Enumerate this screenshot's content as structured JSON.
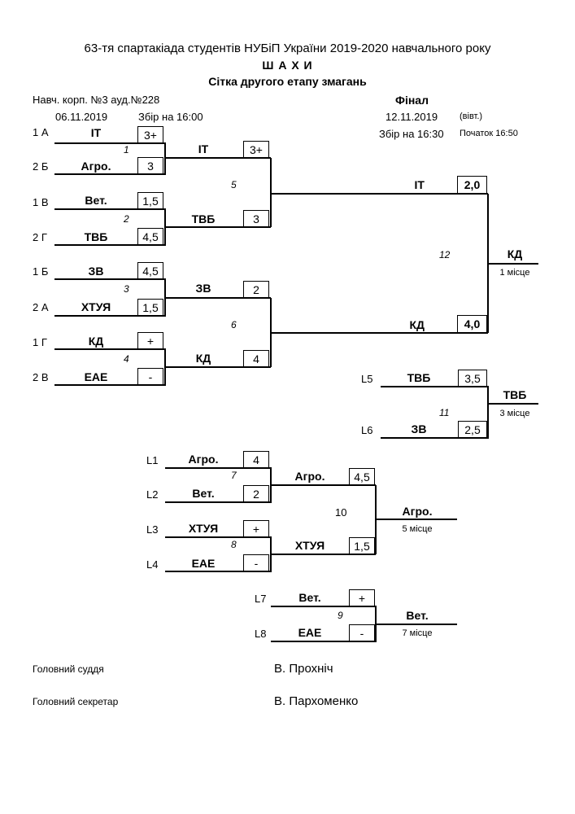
{
  "header": {
    "title": "63-тя спартакіада студентів НУБіП України 2019-2020 навчального року",
    "sport": "Ш А Х И",
    "subtitle": "Сітка другого етапу змагань",
    "venue": "Навч. корп. №3 ауд.№228",
    "date1": "06.11.2019",
    "gather1": "Збір на 16:00",
    "final_label": "Фінал",
    "date2": "12.11.2019",
    "weekday2": "(вівт.)",
    "gather2": "Збір на 16:30",
    "start2": "Початок 16:50"
  },
  "round1": {
    "seeds": [
      "1 А",
      "2 Б",
      "1 В",
      "2 Г",
      "1 Б",
      "2 А",
      "1 Г",
      "2 В"
    ],
    "teams": [
      "ІТ",
      "Агро.",
      "Вет.",
      "ТВБ",
      "ЗВ",
      "ХТУЯ",
      "КД",
      "ЕАЕ"
    ],
    "scores": [
      "3+",
      "3",
      "1,5",
      "4,5",
      "4,5",
      "1,5",
      "+",
      "-"
    ],
    "match_nums": [
      "1",
      "2",
      "3",
      "4"
    ]
  },
  "round2": {
    "teams": [
      "ІТ",
      "ТВБ",
      "ЗВ",
      "КД"
    ],
    "scores": [
      "3+",
      "3",
      "2",
      "4"
    ],
    "match_nums": [
      "5",
      "6"
    ]
  },
  "final": {
    "teams": [
      "ІТ",
      "КД"
    ],
    "scores": [
      "2,0",
      "4,0"
    ],
    "match_num": "12",
    "winner": "КД",
    "place": "1 місце"
  },
  "third": {
    "seeds": [
      "L5",
      "L6"
    ],
    "teams": [
      "ТВБ",
      "ЗВ"
    ],
    "scores": [
      "3,5",
      "2,5"
    ],
    "match_num": "11",
    "winner": "ТВБ",
    "place": "3 місце"
  },
  "lower": {
    "seeds": [
      "L1",
      "L2",
      "L3",
      "L4"
    ],
    "teams": [
      "Агро.",
      "Вет.",
      "ХТУЯ",
      "ЕАЕ"
    ],
    "scores": [
      "4",
      "2",
      "+",
      "-"
    ],
    "match_nums": [
      "7",
      "8"
    ],
    "semi_teams": [
      "Агро.",
      "ХТУЯ"
    ],
    "semi_scores": [
      "4,5",
      "1,5"
    ],
    "semi_num": "10",
    "winner": "Агро.",
    "place": "5 місце"
  },
  "seventh": {
    "seeds": [
      "L7",
      "L8"
    ],
    "teams": [
      "Вет.",
      "ЕАЕ"
    ],
    "scores": [
      "+",
      "-"
    ],
    "match_num": "9",
    "winner": "Вет.",
    "place": "7 місце"
  },
  "footer": {
    "judge_label": "Головний суддя",
    "judge_name": "В. Прохніч",
    "secretary_label": "Головний секретар",
    "secretary_name": "В. Пархоменко"
  }
}
